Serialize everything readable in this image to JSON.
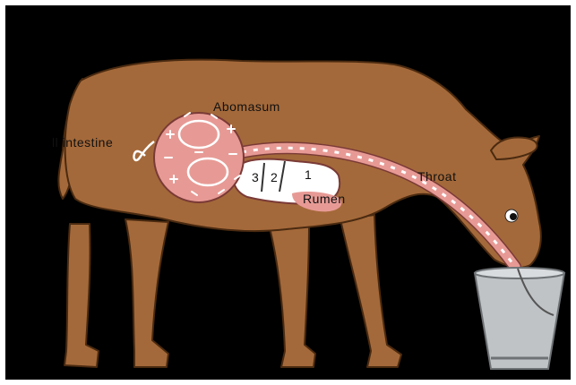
{
  "colors": {
    "background": "#000000",
    "frame": "#ffffff",
    "cow_body": "#a4693a",
    "cow_outline": "#4a2a10",
    "digestive_pink": "#e79a95",
    "bucket": "#bfc3c6"
  },
  "labels": {
    "abomasum": "Abomasum",
    "intestine": "ll intestine",
    "throat": "Throat",
    "rumen": "Rumen"
  },
  "stomach_numbers": {
    "three": "3",
    "two": "2",
    "one": "1"
  }
}
